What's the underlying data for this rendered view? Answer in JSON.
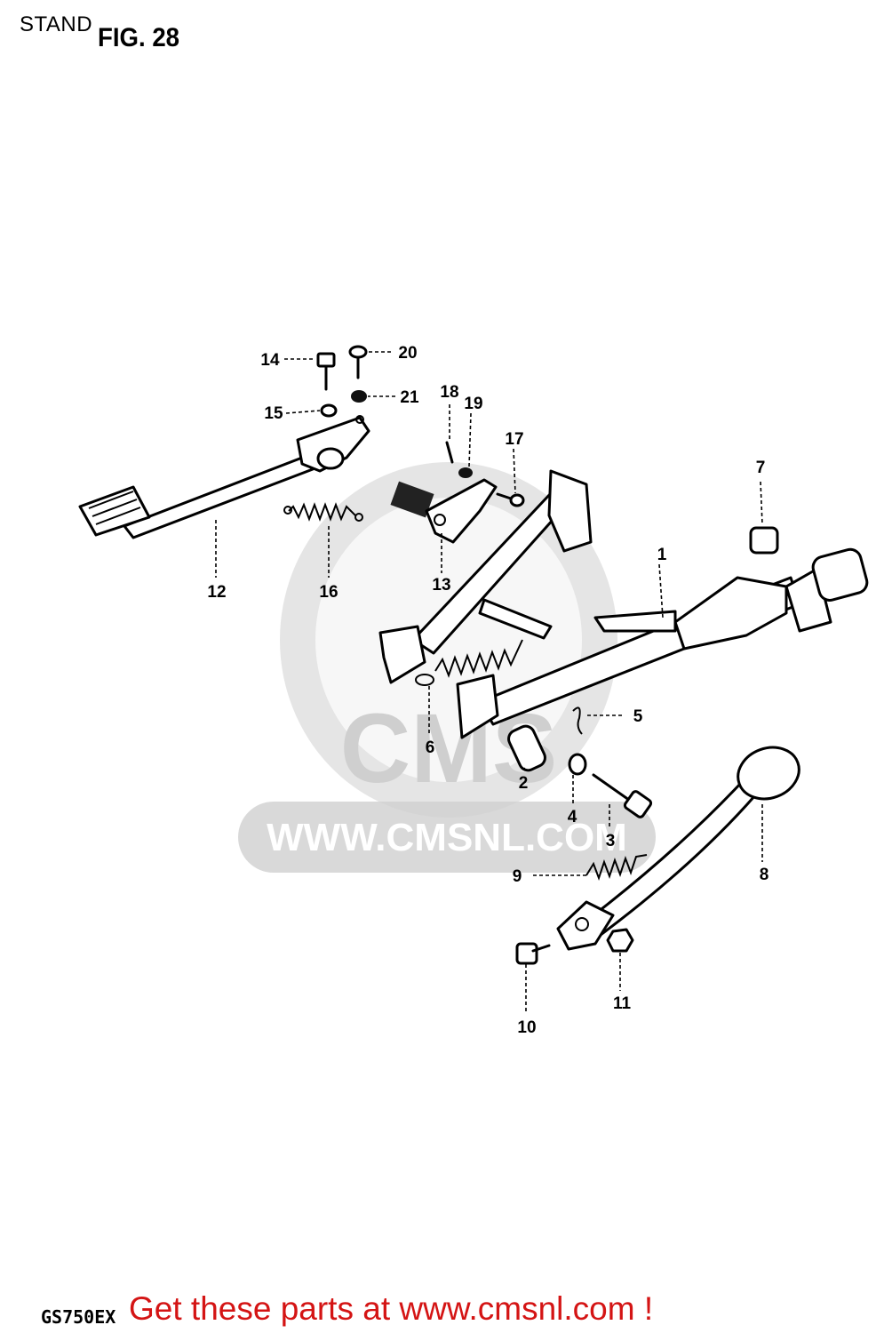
{
  "header": {
    "section_title": "STAND",
    "figure_label": "FIG. 28"
  },
  "model": "GS750EX",
  "watermark": {
    "logo_text": "CMS",
    "url": "WWW.CMSNL.COM"
  },
  "footer": {
    "link_text": "Get these parts at www.cmsnl.com !",
    "link_color": "#d41414"
  },
  "callouts": [
    "1",
    "2",
    "3",
    "4",
    "5",
    "6",
    "7",
    "8",
    "9",
    "10",
    "11",
    "12",
    "13",
    "14",
    "15",
    "16",
    "17",
    "18",
    "19",
    "20",
    "21"
  ]
}
